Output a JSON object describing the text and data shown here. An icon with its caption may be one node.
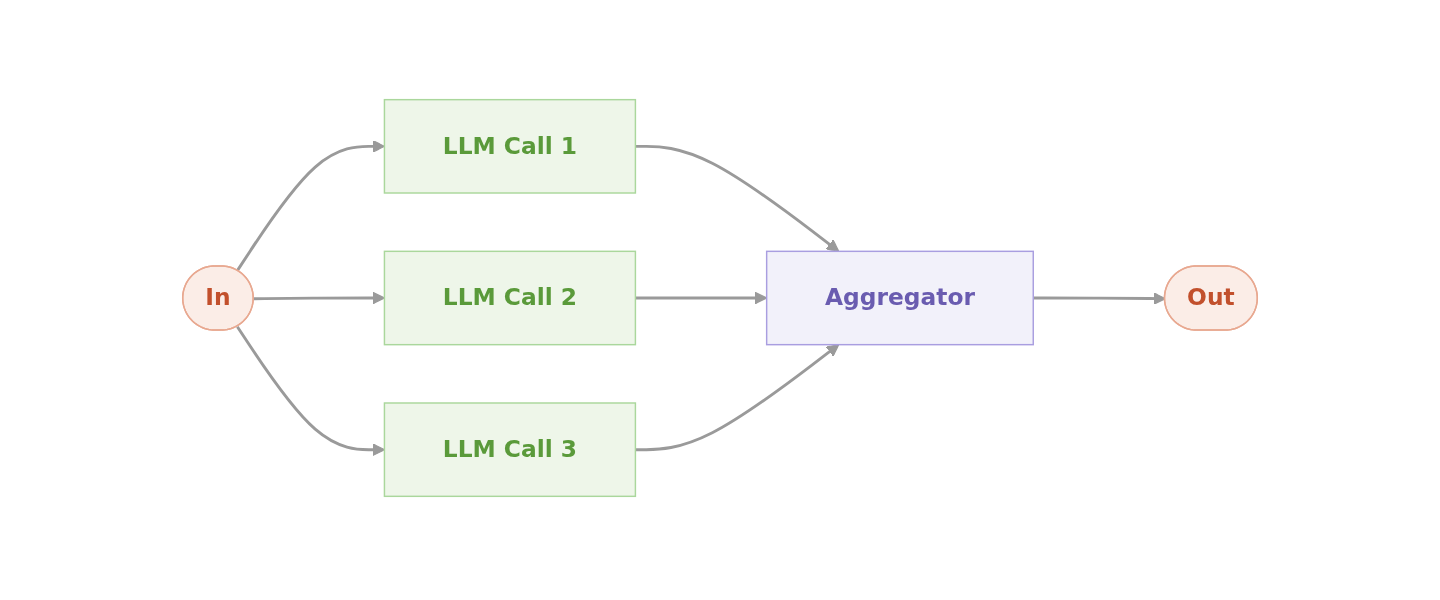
{
  "diagram": {
    "nodes": [
      {
        "text": [
          "In"
        ]
      },
      {
        "text": [
          "LLM Call 1"
        ]
      },
      {
        "text": [
          "LLM Call 2"
        ]
      },
      {
        "text": [
          "LLM Call 3"
        ]
      },
      {
        "text": [
          "Aggregator"
        ]
      },
      {
        "text": [
          "Out"
        ]
      }
    ],
    "edges": [
      {
        "from": 0,
        "to": 1,
        "arrow": "to"
      },
      {
        "from": 0,
        "to": 2,
        "arrow": "to"
      },
      {
        "from": 0,
        "to": 3,
        "arrow": "to"
      },
      {
        "from": 1,
        "to": 4,
        "arrow": "to"
      },
      {
        "from": 2,
        "to": 4,
        "arrow": "to"
      },
      {
        "from": 3,
        "to": 4,
        "arrow": "to"
      },
      {
        "from": 4,
        "to": 5,
        "arrow": "to"
      }
    ]
  }
}
